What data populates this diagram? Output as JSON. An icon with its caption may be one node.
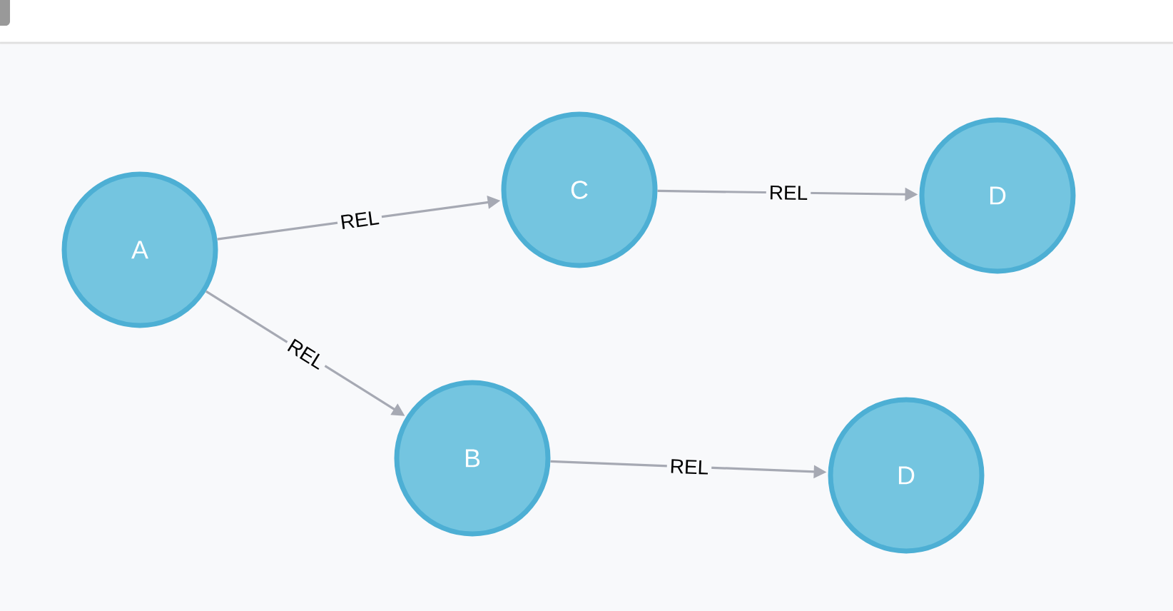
{
  "diagram": {
    "nodes": [
      {
        "text": [
          "A"
        ]
      },
      {
        "text": [
          "C"
        ]
      },
      {
        "text": [
          "D"
        ]
      },
      {
        "text": [
          "B"
        ]
      },
      {
        "text": [
          "D"
        ]
      }
    ],
    "edges": [
      {
        "from": 0,
        "to": 1,
        "arrow": "to",
        "label": "REL"
      },
      {
        "from": 1,
        "to": 2,
        "arrow": "to",
        "label": "REL"
      },
      {
        "from": 0,
        "to": 3,
        "arrow": "to",
        "label": "REL"
      },
      {
        "from": 3,
        "to": 4,
        "arrow": "to",
        "label": "REL"
      }
    ]
  }
}
